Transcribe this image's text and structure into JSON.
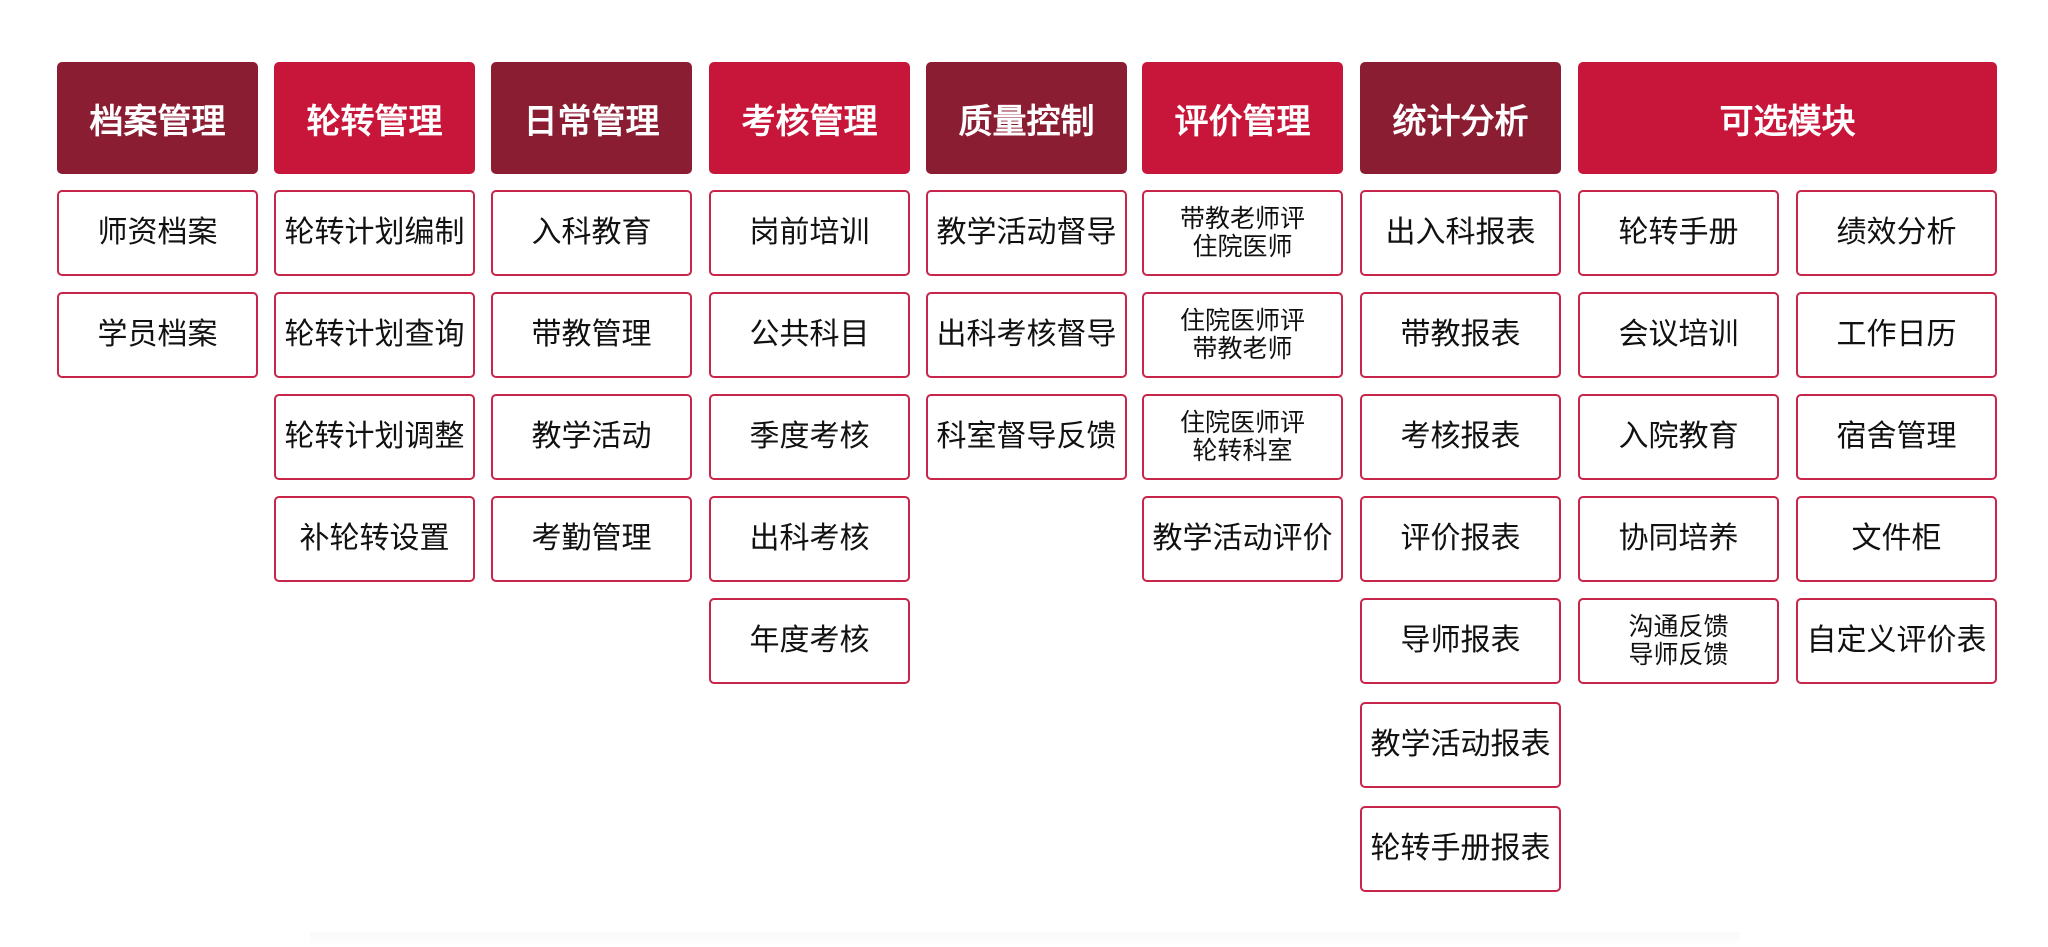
{
  "modules": [
    {
      "title": "档案管理",
      "tone": "dark",
      "columns": [
        [
          "师资档案",
          "学员档案"
        ]
      ]
    },
    {
      "title": "轮转管理",
      "tone": "red",
      "columns": [
        [
          "轮转计划编制",
          "轮转计划查询",
          "轮转计划调整",
          "补轮转设置"
        ]
      ]
    },
    {
      "title": "日常管理",
      "tone": "dark",
      "columns": [
        [
          "入科教育",
          "带教管理",
          "教学活动",
          "考勤管理"
        ]
      ]
    },
    {
      "title": "考核管理",
      "tone": "red",
      "columns": [
        [
          "岗前培训",
          "公共科目",
          "季度考核",
          "出科考核",
          "年度考核"
        ]
      ]
    },
    {
      "title": "质量控制",
      "tone": "dark",
      "columns": [
        [
          "教学活动督导",
          "出科考核督导",
          "科室督导反馈"
        ]
      ]
    },
    {
      "title": "评价管理",
      "tone": "red",
      "columns": [
        [
          "带教老师评\n住院医师",
          "住院医师评\n带教老师",
          "住院医师评\n轮转科室",
          "教学活动评价"
        ]
      ]
    },
    {
      "title": "统计分析",
      "tone": "dark",
      "columns": [
        [
          "出入科报表",
          "带教报表",
          "考核报表",
          "评价报表",
          "导师报表",
          "教学活动报表",
          "轮转手册报表"
        ]
      ]
    },
    {
      "title": "可选模块",
      "tone": "red",
      "columns": [
        [
          "轮转手册",
          "会议培训",
          "入院教育",
          "协同培养",
          "沟通反馈\n导师反馈"
        ],
        [
          "绩效分析",
          "工作日历",
          "宿舍管理",
          "文件柜",
          "自定义评价表"
        ]
      ]
    }
  ],
  "colors": {
    "header_dark": "#8b1d33",
    "header_red": "#c8153a",
    "item_border": "#c8254a",
    "header_text": "#ffffff",
    "item_text": "#111111"
  }
}
